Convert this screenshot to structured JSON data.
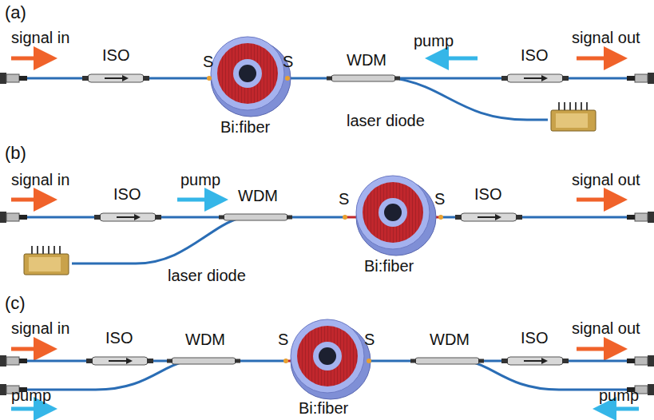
{
  "diagram": {
    "labels": [
      "(a)",
      "signal in",
      "pump",
      "signal out",
      "ISO",
      "S",
      "S",
      "WDM",
      "ISO",
      "Bi:fiber",
      "laser diode",
      "(b)",
      "signal in",
      "pump",
      "signal out",
      "ISO",
      "WDM",
      "S",
      "S",
      "ISO",
      "laser diode",
      "Bi:fiber",
      "(c)",
      "signal in",
      "signal out",
      "ISO",
      "WDM",
      "S",
      "S",
      "WDM",
      "ISO",
      "pump",
      "pump",
      "Bi:fiber"
    ]
  }
}
